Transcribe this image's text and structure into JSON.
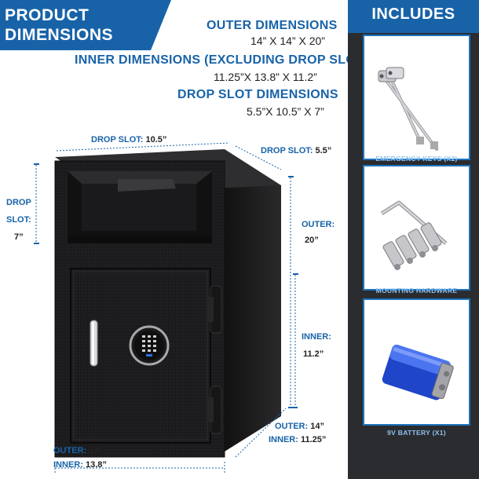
{
  "header": {
    "title_line1": "PRODUCT",
    "title_line2": "DIMENSIONS"
  },
  "specs": {
    "outer_label": "OUTER DIMENSIONS",
    "outer_value": "14” X 14” X 20”",
    "inner_label": "INNER DIMENSIONS (EXCLUDING DROP SLOT)",
    "inner_value": "11.25”X 13.8” X 11.2”",
    "slot_label": "DROP SLOT DIMENSIONS",
    "slot_value": "5.5”X 10.5” X 7”"
  },
  "dimensions": {
    "drop_slot_width_label": "DROP SLOT:",
    "drop_slot_width_value": "10.5”",
    "drop_slot_depth_label": "DROP SLOT:",
    "drop_slot_depth_value": "5.5”",
    "drop_slot_height_label1": "DROP",
    "drop_slot_height_label2": "SLOT:",
    "drop_slot_height_value": "7”",
    "outer_height_label": "OUTER:",
    "outer_height_value": "20”",
    "inner_height_label": "INNER:",
    "inner_height_value": "11.2”",
    "outer_depth_label": "OUTER:",
    "outer_depth_value": "14”",
    "inner_depth_label": "INNER:",
    "inner_depth_value": "11.25”",
    "outer_width_label": "OUTER:",
    "outer_width_value": "14”",
    "inner_width_label": "INNER:",
    "inner_width_value": "13.8”"
  },
  "includes": {
    "title": "INCLUDES",
    "items": [
      {
        "caption": "EMERGENCY KEYS (X2)",
        "icon": "keys-icon"
      },
      {
        "caption": "MOUNTING HARDWARE",
        "icon": "anchor-bolts-icon"
      },
      {
        "caption": "9V BATTERY (X1)",
        "icon": "battery-icon"
      }
    ]
  },
  "colors": {
    "brand_blue": "#1863a8",
    "sidebar_dark": "#2a2c30",
    "caption_blue": "#8fc2ef",
    "safe_black": "#1b1b1d"
  }
}
